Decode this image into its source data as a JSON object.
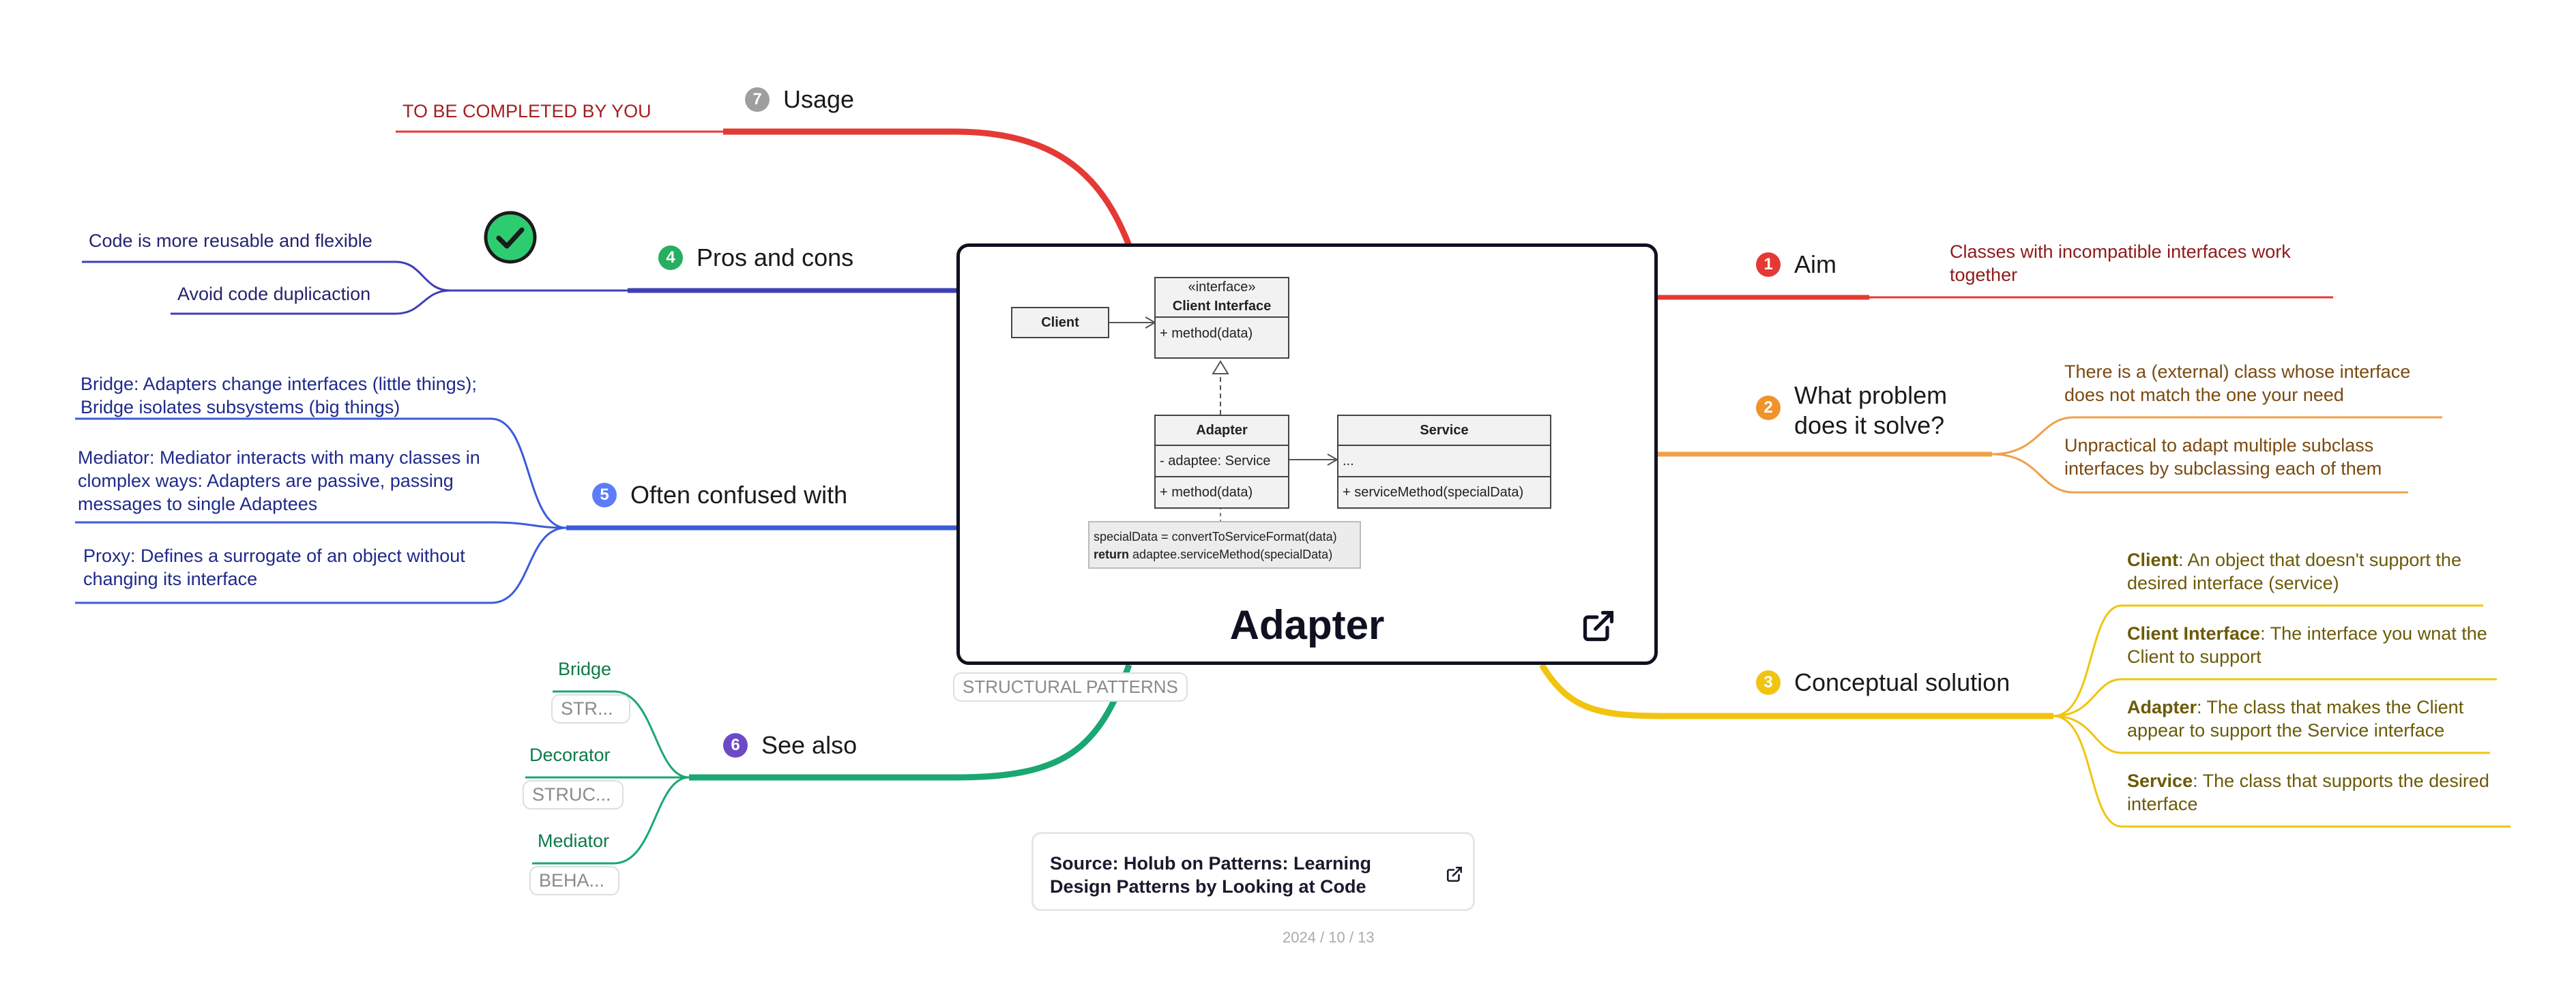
{
  "central": {
    "title": "Adapter",
    "category_tag": "STRUCTURAL PATTERNS",
    "uml": {
      "client": "Client",
      "client_interface_stereotype": "«interface»",
      "client_interface_name": "Client Interface",
      "client_interface_method": "+ method(data)",
      "adapter_name": "Adapter",
      "adapter_field": "- adaptee: Service",
      "adapter_method": "+ method(data)",
      "service_name": "Service",
      "service_field": "...",
      "service_method": "+ serviceMethod(specialData)",
      "note_line1": "specialData = convertToServiceFormat(data)",
      "note_line2_keyword": "return",
      "note_line2_rest": "adaptee.serviceMethod(specialData)"
    }
  },
  "branches": {
    "aim": {
      "number": "1",
      "label": "Aim",
      "color": "#e53935",
      "items": [
        "Classes with incompatible interfaces work together"
      ]
    },
    "problem": {
      "number": "2",
      "label_line1": "What problem",
      "label_line2": "does it solve?",
      "color": "#f0932b",
      "items": [
        "There is a (external) class whose interface does not match the one your need",
        "Unpractical to adapt multiple subclass interfaces by subclassing each of them"
      ]
    },
    "solution": {
      "number": "3",
      "label": "Conceptual solution",
      "color": "#f1c40f",
      "items": [
        {
          "term": "Client",
          "text": ": An object that doesn't support the desired interface (service)"
        },
        {
          "term": "Client Interface",
          "text": ": The interface you wnat the Client to support"
        },
        {
          "term": "Adapter",
          "text": ": The class that makes the Client appear to support the Service interface"
        },
        {
          "term": "Service",
          "text": ": The class that supports the desired interface"
        }
      ]
    },
    "pros": {
      "number": "4",
      "label": "Pros and cons",
      "color": "#27ae60",
      "items": [
        "Code is more reusable and flexible",
        "Avoid code duplicaction"
      ]
    },
    "confused": {
      "number": "5",
      "label": "Often confused with",
      "color": "#3b5bdb",
      "items": [
        "Bridge: Adapters change interfaces (little things); Bridge isolates subsystems (big things)",
        "Mediator: Mediator interacts with many classes in clomplex ways: Adapters are passive, passing messages to single Adaptees",
        "Proxy: Defines a surrogate of an object without changing its interface"
      ]
    },
    "see_also": {
      "number": "6",
      "label": "See also",
      "color": "#6c4ac7",
      "items": [
        {
          "name": "Bridge",
          "tag": "STR..."
        },
        {
          "name": "Decorator",
          "tag": "STRUC..."
        },
        {
          "name": "Mediator",
          "tag": "BEHA..."
        }
      ]
    },
    "usage": {
      "number": "7",
      "label": "Usage",
      "color": "#9e9e9e",
      "items": [
        "TO BE COMPLETED BY YOU"
      ]
    }
  },
  "source": {
    "text": "Source: Holub on Patterns: Learning Design Patterns by Looking at Code"
  },
  "date": "2024 / 10 / 13",
  "colors": {
    "red": "#e53935",
    "orange": "#f0a04b",
    "yellow": "#f1c40f",
    "indigo": "#3f3fb5",
    "blue": "#3b5bdb",
    "green": "#1aa772",
    "check": "#2ecc71"
  },
  "icons": [
    "check-circle-icon",
    "external-link-icon"
  ]
}
